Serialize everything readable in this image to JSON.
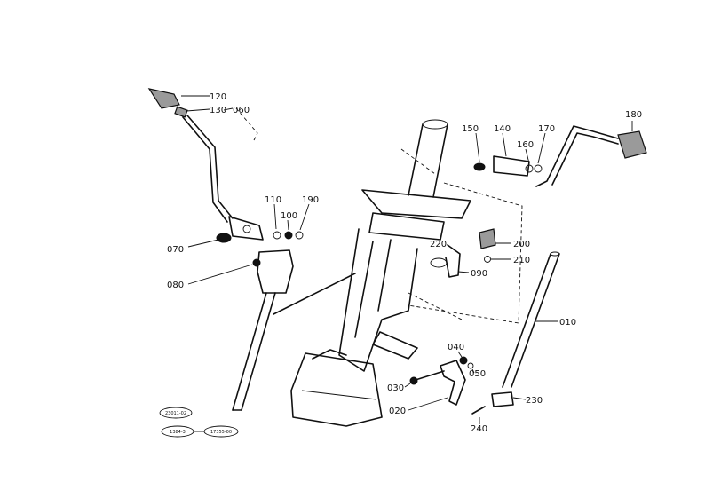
{
  "part_labels": {
    "p010": "010",
    "p020": "020",
    "p030": "030",
    "p040": "040",
    "p050": "050",
    "p060": "060",
    "p070": "070",
    "p080": "080",
    "p090": "090",
    "p100": "100",
    "p110": "110",
    "p120": "120",
    "p130": "130",
    "p140": "140",
    "p150": "150",
    "p160": "160",
    "p170": "170",
    "p180": "180",
    "p190": "190",
    "p200": "200",
    "p210": "210",
    "p220": "220",
    "p230": "230",
    "p240": "240"
  },
  "reference_badges": {
    "top": "23011-02",
    "left": "1384-3",
    "right": "17355-00"
  }
}
